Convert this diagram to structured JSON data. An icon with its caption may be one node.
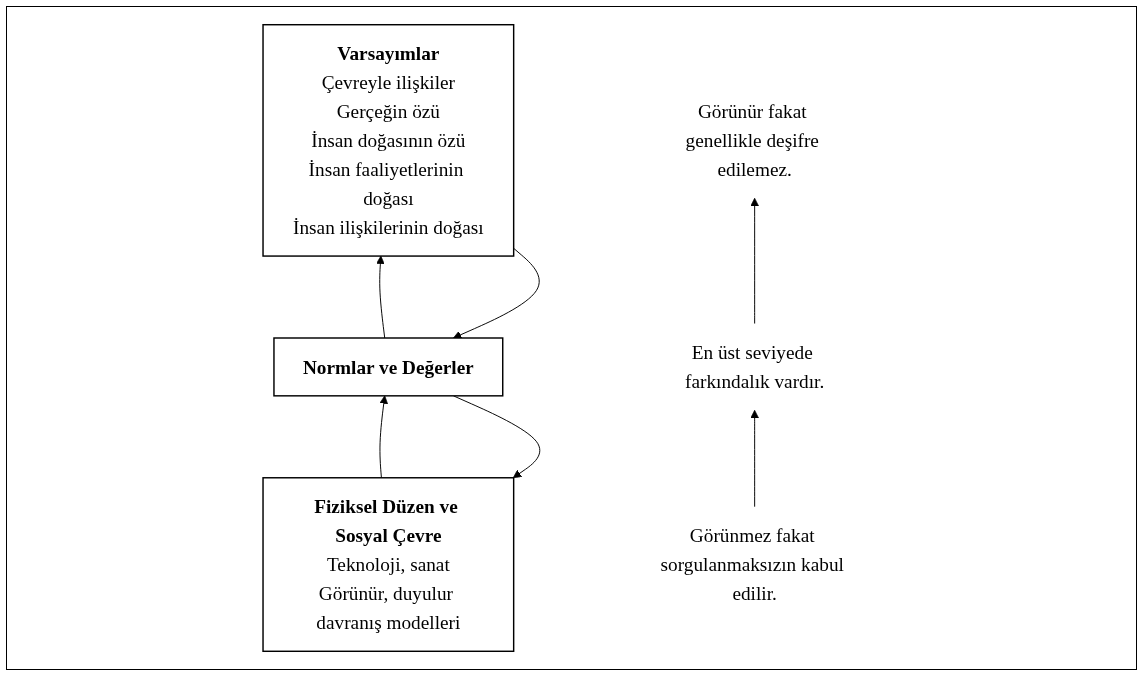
{
  "diagram": {
    "nodes": [
      {
        "text": [
          "Fiziksel Düzen ve Sosyal Çevre",
          "Teknoloji, sanat",
          "Görünür, duyulur davranış modelleri"
        ]
      },
      {
        "text": [
          "Görünür fakat genellikle deşifre edilemez."
        ]
      },
      {
        "text": [
          "Normlar ve Değerler"
        ]
      },
      {
        "text": [
          "En üst seviyede farkındalık vardır."
        ]
      },
      {
        "text": [
          "Varsayımlar",
          "Çevreyle ilişkiler",
          "Gerçeğin özü",
          "İnsan doğasının özü",
          "İnsan faaliyetlerinin doğası",
          "İnsan ilişkilerinin doğası"
        ]
      },
      {
        "text": [
          "Görünmez fakat sorgulanmaksızın kabul edilir."
        ]
      }
    ],
    "edges": [
      {
        "from": 2,
        "to": 0,
        "arrow": "to"
      },
      {
        "from": 0,
        "to": 2,
        "arrow": "to"
      },
      {
        "from": 4,
        "to": 2,
        "arrow": "to"
      },
      {
        "from": 2,
        "to": 4,
        "arrow": "to"
      },
      {
        "from": 5,
        "to": 3,
        "arrow": "to"
      },
      {
        "from": 3,
        "to": 1,
        "arrow": "to"
      }
    ]
  }
}
